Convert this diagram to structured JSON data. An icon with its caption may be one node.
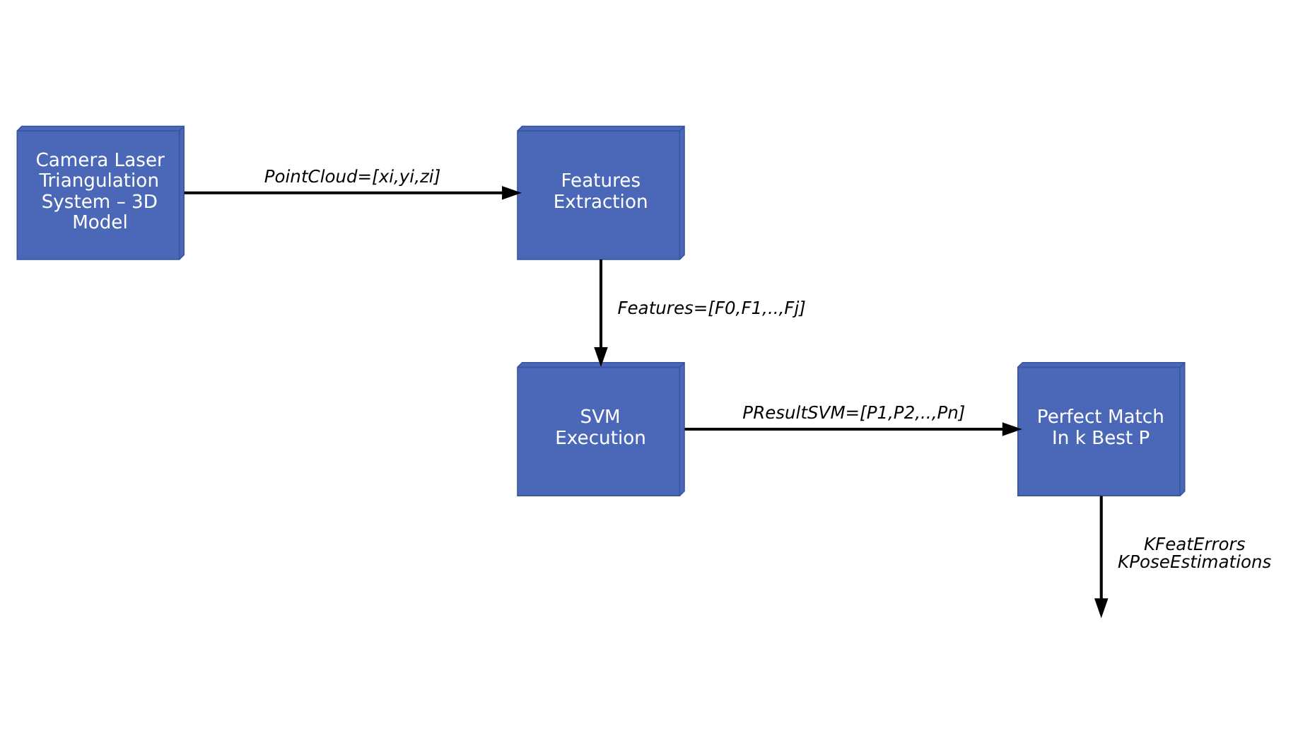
{
  "diagram": {
    "nodes": [
      {
        "text": [
          "Camera Laser Triangulation System – 3D Model"
        ]
      },
      {
        "text": [
          "Features Extraction"
        ]
      },
      {
        "text": [
          "SVM Execution"
        ]
      },
      {
        "text": [
          "Perfect Match In k Best P"
        ]
      }
    ],
    "edges": [
      {
        "from": 0,
        "to": 1,
        "arrow": "to",
        "label": "PointCloud=[xi,yi,zi]"
      },
      {
        "from": 1,
        "to": 2,
        "arrow": "to",
        "label": "Features=[F0,F1,..,Fj]"
      },
      {
        "from": 2,
        "to": 3,
        "arrow": "to",
        "label": "PResultSVM=[P1,P2,..,Pn]"
      },
      {
        "from": 3,
        "to": null,
        "arrow": "to",
        "label": "KFeatErrors KPoseEstimations"
      }
    ]
  }
}
